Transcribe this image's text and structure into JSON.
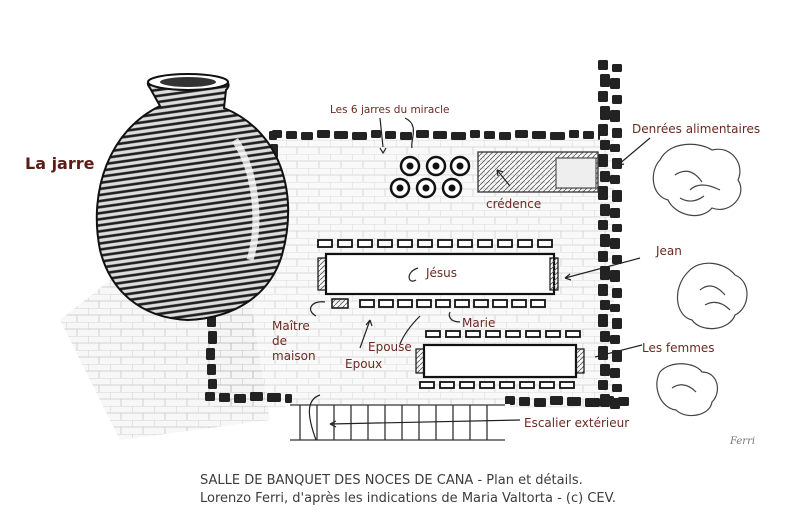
{
  "labels": {
    "jarre": "La jarre",
    "six_jarres": "Les 6 jarres du miracle",
    "denrees": "Denrées alimentaires",
    "credence": "crédence",
    "jean": "Jean",
    "jesus": "Jésus",
    "maitre_line1": "Maître",
    "maitre_line2": "de",
    "maitre_line3": "maison",
    "marie": "Marie",
    "epouse": "Epouse",
    "epoux": "Epoux",
    "femmes": "Les femmes",
    "escalier": "Escalier extérieur"
  },
  "caption": {
    "line1": "SALLE DE BANQUET DES NOCES DE CANA - Plan et détails.",
    "line2": "Lorenzo Ferri, d'après les indications de Maria Valtorta - (c) CEV."
  },
  "signature": "Ferri",
  "colors": {
    "label": "#6a2a22",
    "ink": "#2a2a2a",
    "caption": "#3c3c3c"
  }
}
